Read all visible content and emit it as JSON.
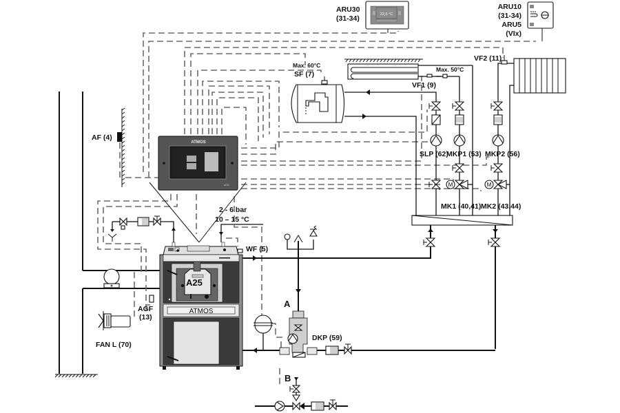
{
  "diagram": {
    "title": "ATMOS A25 boiler hydraulic and wiring schematic",
    "colors": {
      "pipe": "#111111",
      "wire": "#6a6a6a",
      "boiler_body": "#5a5a5a",
      "boiler_panel": "#e8e8e8",
      "controller_body": "#555555",
      "controller_screen": "#1a1a1a",
      "component_fill": "#cfcfcf"
    },
    "controllers": {
      "aru30": {
        "label_line1": "ARU30",
        "label_line2": "(31-34)",
        "display_value": "22,5 °C"
      },
      "aru10": {
        "label_line1": "ARU10",
        "label_line2": "(31-34)",
        "label_line3": "ARU5",
        "label_line4": "(VIx)"
      },
      "main_controller": {
        "brand": "ATMOS",
        "model_tag": "ACD"
      }
    },
    "sensors": {
      "af": "AF (4)",
      "sf": "SF (7)",
      "sf_max": "Max. 60°C",
      "vf1": "VF1 (9)",
      "vf1_max": "Max. 50°C",
      "vf2": "VF2 (11)",
      "wf": "WF (5)",
      "agf_line1": "AGF",
      "agf_line2": "(13)"
    },
    "pumps": {
      "slp": "SLP (62)",
      "mkp1": "MKP1 (53)",
      "mkp2": "MKP2 (56)",
      "dkp": "DKP (59)"
    },
    "mixers": {
      "mk1": "MK1 (40,41)",
      "mk2": "MK2 (43,44)",
      "motor_symbol": "M"
    },
    "boiler": {
      "model": "A25",
      "brand": "ATMOS"
    },
    "fan": "FAN L (70)",
    "water_supply": {
      "pressure": "2 - 6 bar",
      "temperature": "10 – 15 °C"
    },
    "variants": {
      "a": "A",
      "b": "B"
    }
  }
}
